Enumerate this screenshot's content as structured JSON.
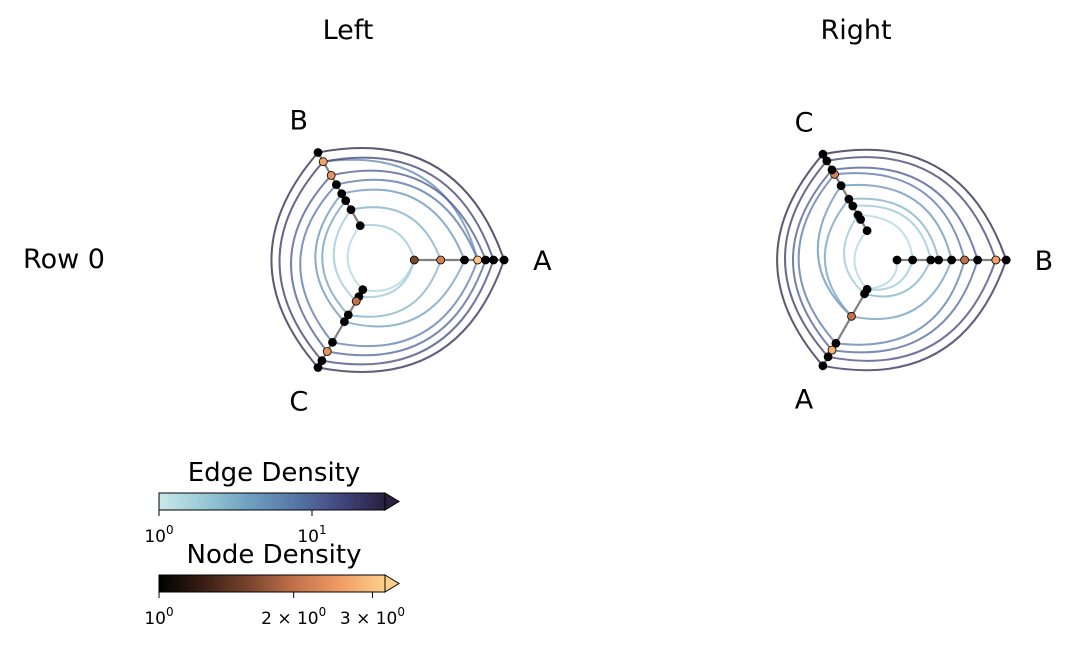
{
  "chart_data": {
    "type": "hive_plot",
    "row_label": "Row 0",
    "panels": [
      {
        "title": "Left",
        "axes": [
          {
            "label": "A",
            "angle": 0
          },
          {
            "label": "B",
            "angle": 120
          },
          {
            "label": "C",
            "angle": 240
          }
        ],
        "nodes": {
          "A": [
            {
              "r": 0.26,
              "d": 1.6
            },
            {
              "r": 0.46,
              "d": 2.2
            },
            {
              "r": 0.64,
              "d": 1
            },
            {
              "r": 0.74,
              "d": 3.0
            },
            {
              "r": 0.8,
              "d": 1
            },
            {
              "r": 0.86,
              "d": 1
            },
            {
              "r": 0.94,
              "d": 1
            }
          ],
          "B": [
            {
              "r": 0.3,
              "d": 1
            },
            {
              "r": 0.44,
              "d": 1
            },
            {
              "r": 0.52,
              "d": 1
            },
            {
              "r": 0.58,
              "d": 1
            },
            {
              "r": 0.66,
              "d": 1
            },
            {
              "r": 0.74,
              "d": 2.4
            },
            {
              "r": 0.86,
              "d": 2.6
            },
            {
              "r": 0.94,
              "d": 1
            }
          ],
          "C": [
            {
              "r": 0.26,
              "d": 1
            },
            {
              "r": 0.32,
              "d": 1
            },
            {
              "r": 0.36,
              "d": 2.0
            },
            {
              "r": 0.48,
              "d": 1
            },
            {
              "r": 0.54,
              "d": 1
            },
            {
              "r": 0.72,
              "d": 1
            },
            {
              "r": 0.8,
              "d": 2.4
            },
            {
              "r": 0.88,
              "d": 1
            },
            {
              "r": 0.94,
              "d": 1
            }
          ]
        },
        "edges": [
          [
            "A",
            0.94,
            "B",
            0.94,
            30
          ],
          [
            "A",
            0.86,
            "B",
            0.86,
            18
          ],
          [
            "A",
            0.8,
            "B",
            0.74,
            12
          ],
          [
            "A",
            0.74,
            "B",
            0.66,
            8
          ],
          [
            "A",
            0.64,
            "B",
            0.58,
            5
          ],
          [
            "A",
            0.46,
            "B",
            0.44,
            3
          ],
          [
            "A",
            0.26,
            "B",
            0.3,
            2
          ],
          [
            "A",
            0.74,
            "B",
            0.86,
            6
          ],
          [
            "A",
            0.94,
            "C",
            0.94,
            25
          ],
          [
            "A",
            0.86,
            "C",
            0.88,
            15
          ],
          [
            "A",
            0.8,
            "C",
            0.8,
            10
          ],
          [
            "A",
            0.74,
            "C",
            0.72,
            7
          ],
          [
            "A",
            0.64,
            "C",
            0.54,
            4
          ],
          [
            "A",
            0.46,
            "C",
            0.48,
            3
          ],
          [
            "A",
            0.26,
            "C",
            0.32,
            2
          ],
          [
            "A",
            0.26,
            "C",
            0.26,
            1.5
          ],
          [
            "B",
            0.94,
            "C",
            0.94,
            28
          ],
          [
            "B",
            0.86,
            "C",
            0.88,
            20
          ],
          [
            "B",
            0.74,
            "C",
            0.8,
            12
          ],
          [
            "B",
            0.66,
            "C",
            0.72,
            8
          ],
          [
            "B",
            0.58,
            "C",
            0.54,
            5
          ],
          [
            "B",
            0.52,
            "C",
            0.48,
            4
          ],
          [
            "B",
            0.44,
            "C",
            0.36,
            2
          ],
          [
            "B",
            0.3,
            "C",
            0.26,
            1.5
          ]
        ]
      },
      {
        "title": "Right",
        "axes": [
          {
            "label": "B",
            "angle": 0
          },
          {
            "label": "C",
            "angle": 120
          },
          {
            "label": "A",
            "angle": 240
          }
        ],
        "nodes": {
          "B": [
            {
              "r": 0.1,
              "d": 1
            },
            {
              "r": 0.22,
              "d": 1
            },
            {
              "r": 0.36,
              "d": 1
            },
            {
              "r": 0.42,
              "d": 1
            },
            {
              "r": 0.52,
              "d": 1
            },
            {
              "r": 0.62,
              "d": 2.0
            },
            {
              "r": 0.72,
              "d": 1
            },
            {
              "r": 0.86,
              "d": 2.6
            },
            {
              "r": 0.94,
              "d": 1
            }
          ],
          "C": [
            {
              "r": 0.26,
              "d": 1
            },
            {
              "r": 0.36,
              "d": 1
            },
            {
              "r": 0.4,
              "d": 1
            },
            {
              "r": 0.48,
              "d": 1
            },
            {
              "r": 0.54,
              "d": 1
            },
            {
              "r": 0.66,
              "d": 1
            },
            {
              "r": 0.76,
              "d": 2.2
            },
            {
              "r": 0.8,
              "d": 1
            },
            {
              "r": 0.88,
              "d": 1
            },
            {
              "r": 0.94,
              "d": 1
            }
          ],
          "A": [
            {
              "r": 0.26,
              "d": 1
            },
            {
              "r": 0.3,
              "d": 1
            },
            {
              "r": 0.5,
              "d": 2.0
            },
            {
              "r": 0.74,
              "d": 1
            },
            {
              "r": 0.8,
              "d": 2.8
            },
            {
              "r": 0.86,
              "d": 1
            },
            {
              "r": 0.94,
              "d": 1
            }
          ]
        },
        "edges": [
          [
            "B",
            0.94,
            "C",
            0.94,
            30
          ],
          [
            "B",
            0.86,
            "C",
            0.88,
            18
          ],
          [
            "B",
            0.72,
            "C",
            0.8,
            12
          ],
          [
            "B",
            0.62,
            "C",
            0.76,
            8
          ],
          [
            "B",
            0.52,
            "C",
            0.66,
            5
          ],
          [
            "B",
            0.42,
            "C",
            0.54,
            3
          ],
          [
            "B",
            0.36,
            "C",
            0.48,
            2
          ],
          [
            "B",
            0.22,
            "C",
            0.4,
            1.5
          ],
          [
            "B",
            0.94,
            "A",
            0.94,
            25
          ],
          [
            "B",
            0.86,
            "A",
            0.86,
            15
          ],
          [
            "B",
            0.72,
            "A",
            0.8,
            10
          ],
          [
            "B",
            0.62,
            "A",
            0.74,
            7
          ],
          [
            "B",
            0.52,
            "A",
            0.5,
            4
          ],
          [
            "B",
            0.36,
            "A",
            0.3,
            3
          ],
          [
            "B",
            0.22,
            "A",
            0.26,
            2
          ],
          [
            "B",
            0.1,
            "A",
            0.26,
            1.5
          ],
          [
            "C",
            0.94,
            "A",
            0.94,
            28
          ],
          [
            "C",
            0.88,
            "A",
            0.86,
            20
          ],
          [
            "C",
            0.8,
            "A",
            0.8,
            12
          ],
          [
            "C",
            0.76,
            "A",
            0.74,
            8
          ],
          [
            "C",
            0.66,
            "A",
            0.5,
            5
          ],
          [
            "C",
            0.54,
            "A",
            0.5,
            4
          ],
          [
            "C",
            0.4,
            "A",
            0.3,
            2
          ],
          [
            "C",
            0.26,
            "A",
            0.26,
            1.5
          ]
        ]
      }
    ],
    "colorbars": [
      {
        "title": "Edge Density",
        "scale": "log",
        "range": [
          1,
          30
        ],
        "extend": "max",
        "colors": [
          "#cbe8ea",
          "#98c9d6",
          "#6f9fc0",
          "#5777a8",
          "#43477f",
          "#272040"
        ],
        "ticks": [
          {
            "value": 1,
            "base": "10",
            "exp": "0"
          },
          {
            "value": 10,
            "base": "10",
            "exp": "1"
          }
        ]
      },
      {
        "title": "Node Density",
        "scale": "log",
        "range": [
          1,
          3.2
        ],
        "extend": "max",
        "colors": [
          "#000000",
          "#3a1e14",
          "#7a452e",
          "#c2714a",
          "#f09c64",
          "#ffd08c"
        ],
        "ticks": [
          {
            "value": 1,
            "base": "10",
            "exp": "0"
          },
          {
            "value": 2,
            "base": "2 × 10",
            "exp": "0"
          },
          {
            "value": 3,
            "base": "3 × 10",
            "exp": "0"
          }
        ]
      }
    ]
  }
}
